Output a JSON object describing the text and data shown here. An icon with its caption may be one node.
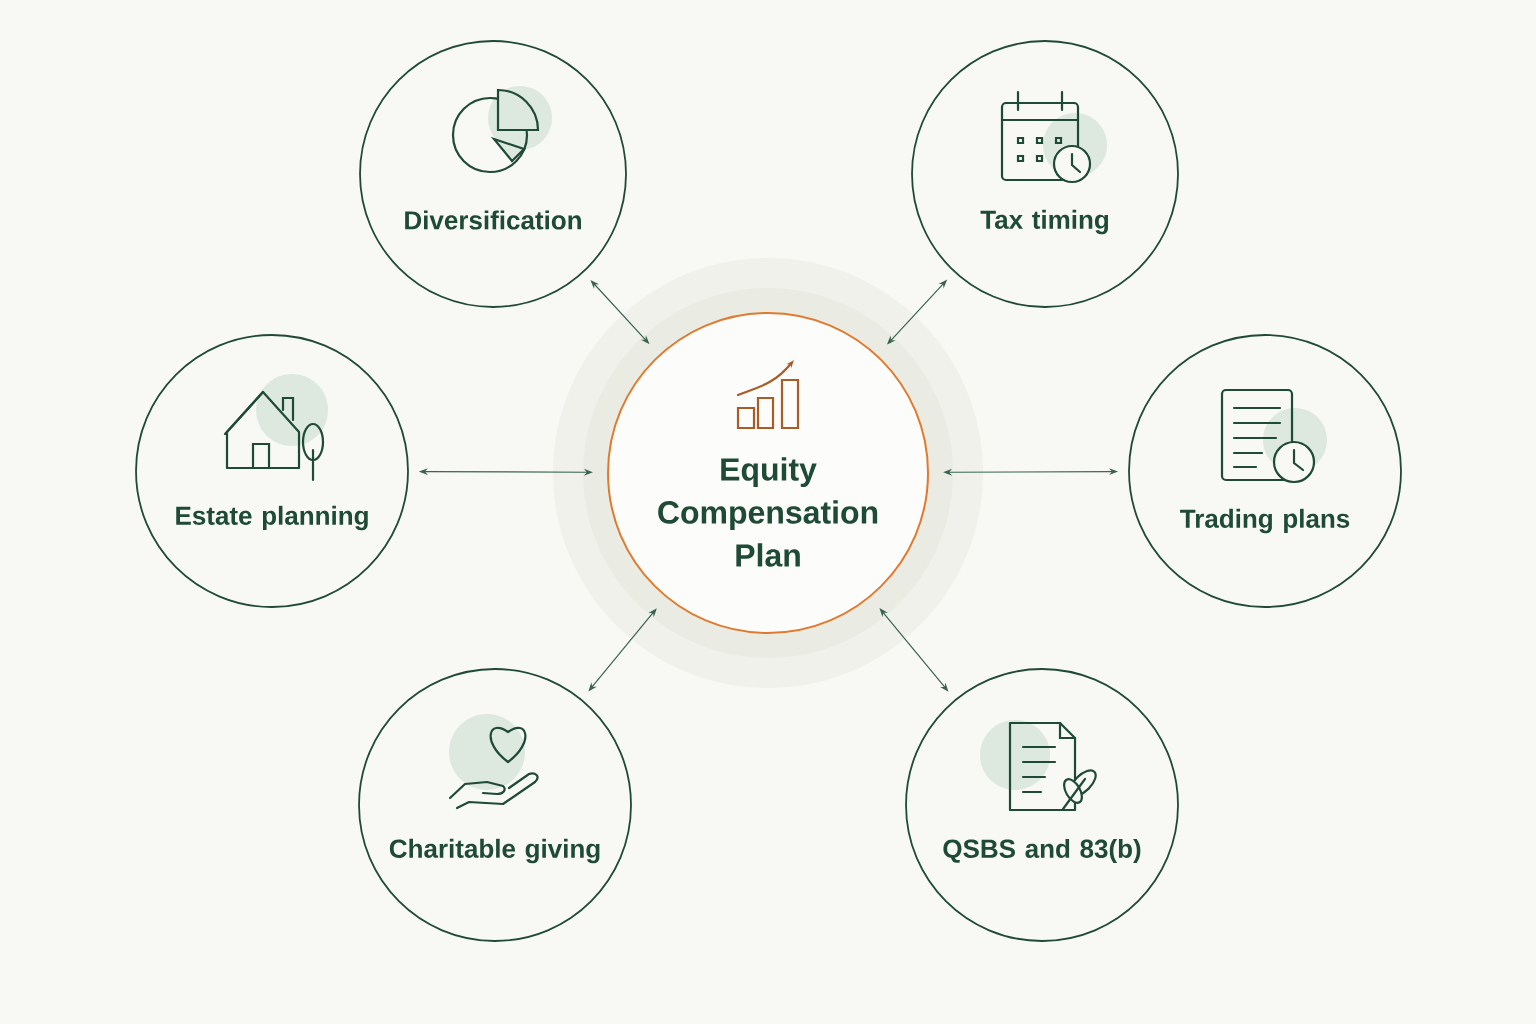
{
  "diagram": {
    "nodes": [
      {
        "text": [
          "Diversification"
        ]
      },
      {
        "text": [
          "Tax timing"
        ]
      },
      {
        "text": [
          "Estate planning"
        ]
      },
      {
        "text": [
          "Equity Compensation Plan"
        ]
      },
      {
        "text": [
          "Trading plans"
        ]
      },
      {
        "text": [
          "Charitable giving"
        ]
      },
      {
        "text": [
          "QSBS and 83(b)"
        ]
      }
    ],
    "edges": [
      {
        "from": 3,
        "to": 0,
        "arrow": "both"
      },
      {
        "from": 3,
        "to": 1,
        "arrow": "both"
      },
      {
        "from": 3,
        "to": 2,
        "arrow": "both"
      },
      {
        "from": 3,
        "to": 4,
        "arrow": "both"
      },
      {
        "from": 3,
        "to": 5,
        "arrow": "both"
      },
      {
        "from": 3,
        "to": 6,
        "arrow": "both"
      }
    ]
  }
}
